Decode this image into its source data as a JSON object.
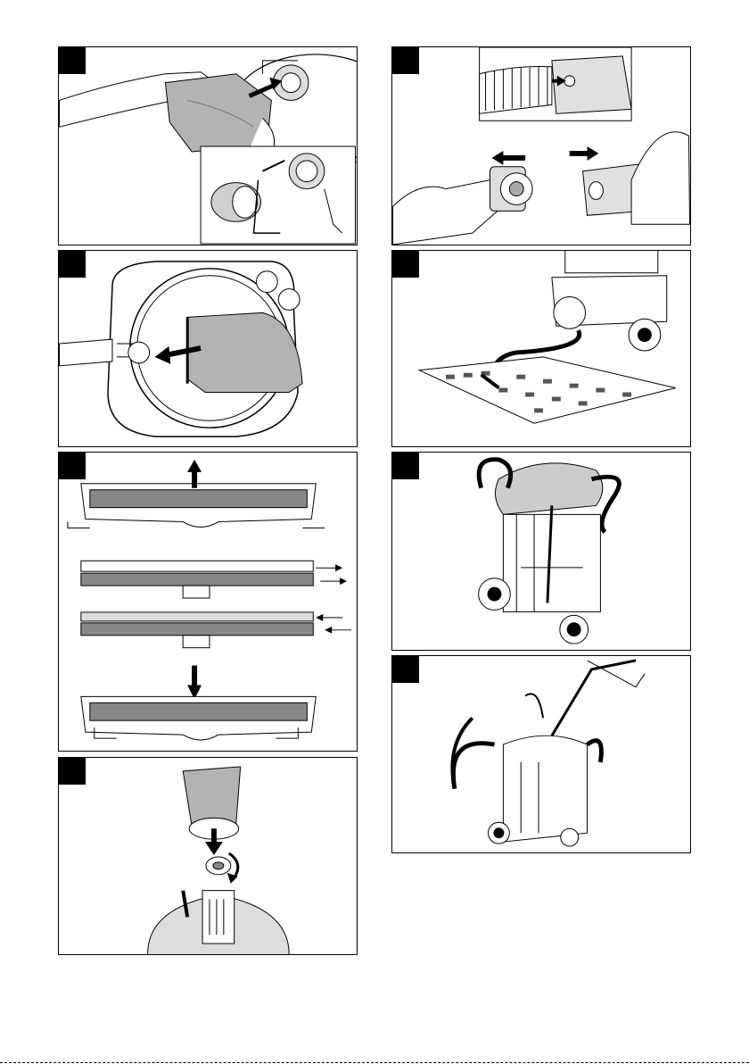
{
  "page": {
    "step_numbers": [
      "",
      "",
      "",
      "",
      "",
      "",
      "",
      "",
      ""
    ]
  },
  "figures": [
    {
      "id": "remove-paper-filter-bag",
      "icon": "hand-bag-icon"
    },
    {
      "id": "detach-hose-adapter",
      "icon": "hose-adapter-icon"
    },
    {
      "id": "pull-off-filter-bag",
      "icon": "filter-bag-icon"
    },
    {
      "id": "wet-floor-tool",
      "icon": "carpet-cleaning-icon"
    },
    {
      "id": "replace-floor-nozzle-strips",
      "icon": "floor-nozzle-icon"
    },
    {
      "id": "store-hose-on-vacuum",
      "icon": "hose-storage-icon"
    },
    {
      "id": "cartridge-filter-mount",
      "icon": "cartridge-filter-icon"
    },
    {
      "id": "transport-vacuum",
      "icon": "transport-icon"
    }
  ]
}
